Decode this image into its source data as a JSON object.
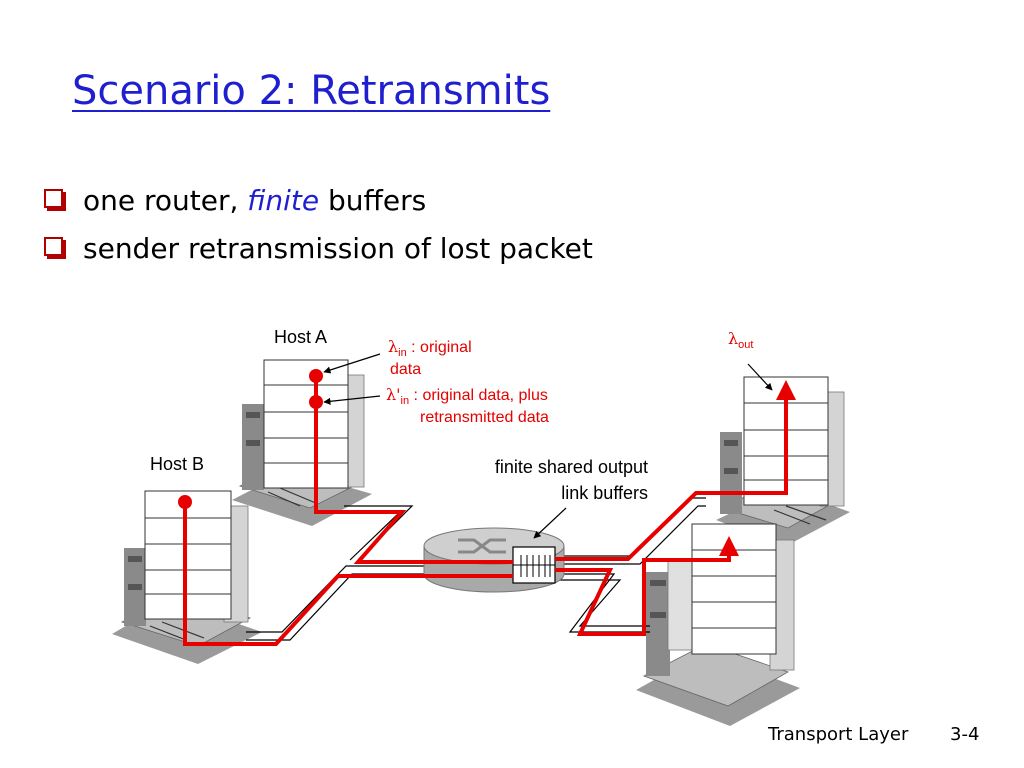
{
  "title": "Scenario 2: Retransmits",
  "bullets": [
    {
      "before": "one router, ",
      "emph": "finite",
      "after": " buffers"
    },
    {
      "before": "sender retransmission of lost packet",
      "emph": "",
      "after": ""
    }
  ],
  "diagram": {
    "host_a": "Host A",
    "host_b": "Host B",
    "lambda": "λ",
    "lambda_prime": "λ'",
    "sub_in": "in",
    "sub_out": "out",
    "in_label_rest": " : original",
    "in_label_line2": "data",
    "in_prime_rest": " : original data, plus",
    "in_prime_line2": "retransmitted data",
    "buffers_line1": "finite shared output",
    "buffers_line2": "link buffers"
  },
  "footer": {
    "section": "Transport Layer",
    "page": "3-4"
  },
  "colors": {
    "title": "#1f1fd0",
    "flow": "#e60000",
    "bullet": "#b00000",
    "label_red": "#e60000"
  }
}
